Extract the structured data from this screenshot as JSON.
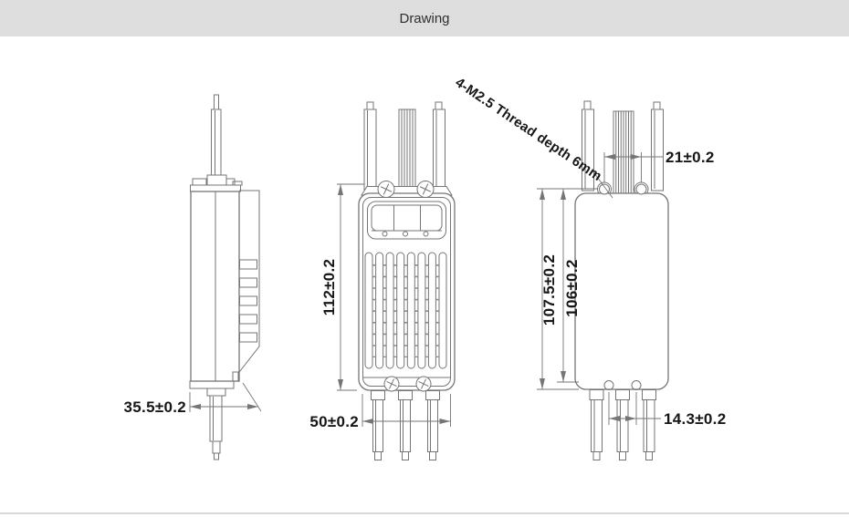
{
  "header": {
    "title": "Drawing"
  },
  "drawing": {
    "side_view": {
      "width_dim": "35.5±0.2"
    },
    "front_view": {
      "height_dim": "112±0.2",
      "width_dim": "50±0.2"
    },
    "back_view": {
      "thread_note": "4-M2.5 Thread depth 6mm",
      "top_hole_spacing_dim": "21±0.2",
      "mount_height_dim": "107.5±0.2",
      "hole_height_dim": "106±0.2",
      "bottom_hole_spacing_dim": "14.3±0.2"
    },
    "colors": {
      "line": "#757575",
      "text": "#161616",
      "header_bg": "#dedede",
      "divider": "#d7d7d7"
    }
  }
}
